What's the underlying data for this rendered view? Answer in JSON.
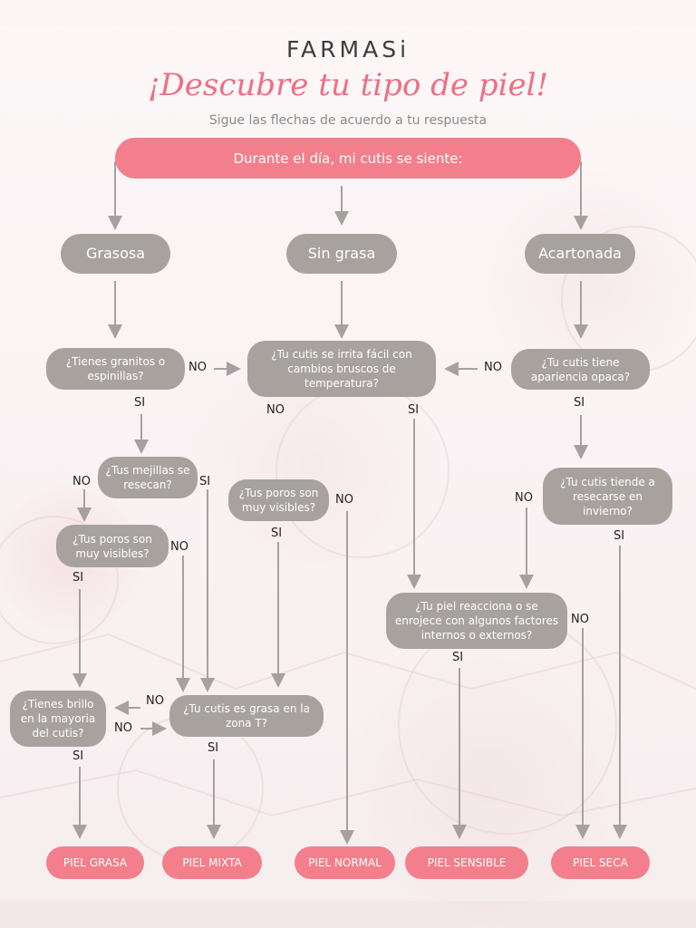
{
  "brand": "FARMASi",
  "title": "¡Descubre tu tipo de piel!",
  "subtitle": "Sigue las flechas de acuerdo a tu respuesta",
  "start": "Durante el día, mi cutis se siente:",
  "options": {
    "grasosa": "Grasosa",
    "sin_grasa": "Sin grasa",
    "acartonada": "Acartonada"
  },
  "questions": {
    "granitos": "¿Tienes granitos o espinillas?",
    "irrita": "¿Tu cutis se irrita fácil con cambios bruscos de temperatura?",
    "opaca": "¿Tu cutis tiene apariencia opaca?",
    "mejillas": "¿Tus mejillas se resecan?",
    "poros_center": "¿Tus poros son muy visibles?",
    "reseca_invierno": "¿Tu cutis tiende a resecarse en invierno?",
    "poros_left": "¿Tus poros son muy visibles?",
    "reacciona": "¿Tu piel reacciona o se enrojece con algunos factores internos o externos?",
    "brillo": "¿Tienes brillo en la mayoria del cutis?",
    "zona_t": "¿Tu cutis es grasa en la zona T?"
  },
  "answers": {
    "yes": "SI",
    "no": "NO"
  },
  "results": {
    "grasa": "PIEL GRASA",
    "mixta": "PIEL MIXTA",
    "normal": "PIEL NORMAL",
    "sensible": "PIEL SENSIBLE",
    "seca": "PIEL SECA"
  },
  "colors": {
    "pink": "#f27f8b",
    "title_pink": "#ef6f82",
    "node_gray": "#a8a29f",
    "arrow_gray": "#a6a1a1",
    "text_dark": "#222222"
  }
}
